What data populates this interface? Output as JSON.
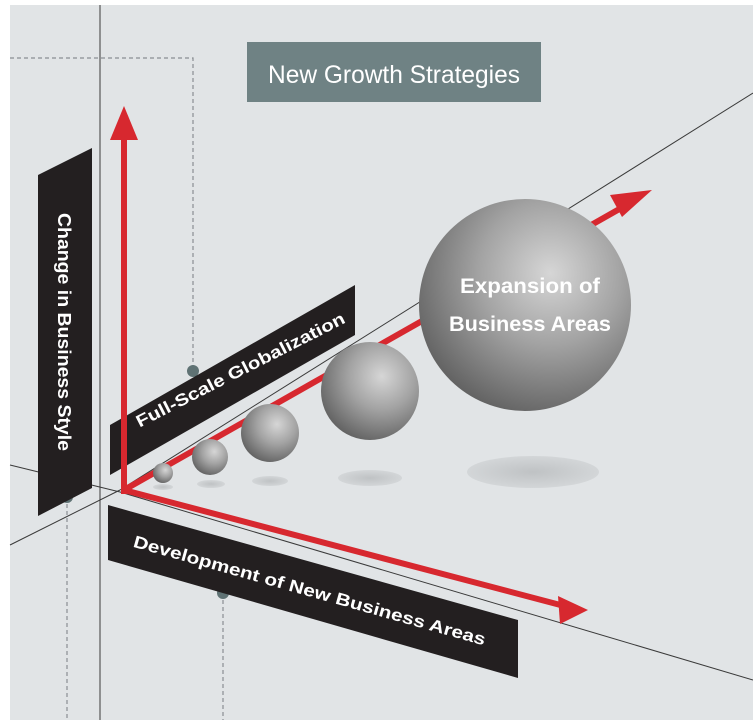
{
  "title": "New Growth Strategies",
  "axes": {
    "vertical_label": "Change in Business Style",
    "diagonal_label": "Full-Scale Globalization",
    "horizontal_label": "Development of New Business Areas"
  },
  "big_sphere_label": {
    "line1": "Expansion of",
    "line2": "Business Areas"
  },
  "colors": {
    "background": "#e1e4e6",
    "title_box": "#6f8284",
    "arrow": "#d7282f",
    "label_band": "#231f20",
    "sphere_light": "#c9c9c9",
    "sphere_dark": "#5e5e5e"
  }
}
